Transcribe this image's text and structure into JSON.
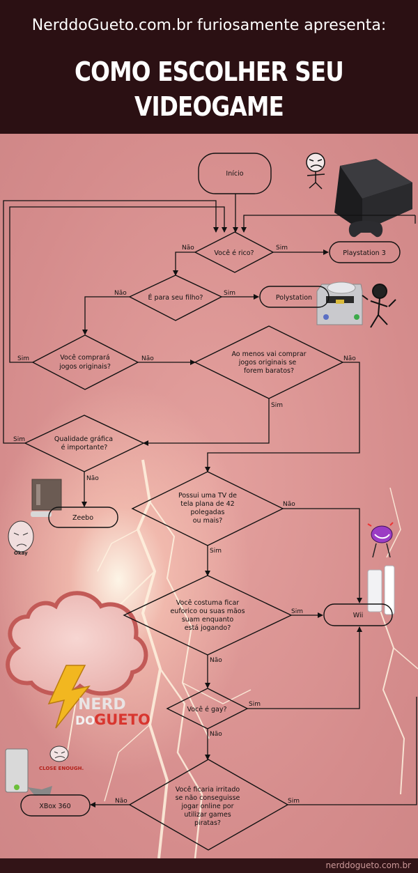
{
  "header": {
    "site_line": "NerddoGueto.com.br furiosamente apresenta:",
    "title_line1": "COMO ESCOLHER SEU",
    "title_line2": "VIDEOGAME"
  },
  "flow": {
    "start": "Início",
    "q_rico": "Você é rico?",
    "q_filho": "É para seu filho?",
    "q_originais": [
      "Você comprará",
      "jogos originais?"
    ],
    "q_baratos": [
      "Ao menos vai comprar",
      "jogos originais se",
      "forem baratos?"
    ],
    "q_grafica": [
      "Qualidade gráfica",
      "é importante?"
    ],
    "q_tv": [
      "Possui uma TV de",
      "tela plana de 42",
      "polegadas",
      "ou mais?"
    ],
    "q_euforico": [
      "Você costuma ficar",
      "euforico ou suas mãos",
      "suam enquanto",
      "está jogando?"
    ],
    "q_gay": "Você é gay?",
    "q_irritado": [
      "Você ficaria irritado",
      "se não conseguisse",
      "jogar online por",
      "utilizar games",
      "piratas?"
    ],
    "r_ps3": "Playstation 3",
    "r_polystation": "Polystation",
    "r_zeebo": "Zeebo",
    "r_wii": "Wii",
    "r_xbox": "XBox 360",
    "label_sim": "Sim",
    "label_nao": "Não"
  },
  "decor": {
    "okay": "Okay",
    "close_enough": "CLOSE ENOUGH.",
    "logo_top": "NERD",
    "logo_bottom_do": "DO",
    "logo_bottom_gueto": "GUETO"
  },
  "footer": {
    "url": "nerddogueto.com.br"
  }
}
